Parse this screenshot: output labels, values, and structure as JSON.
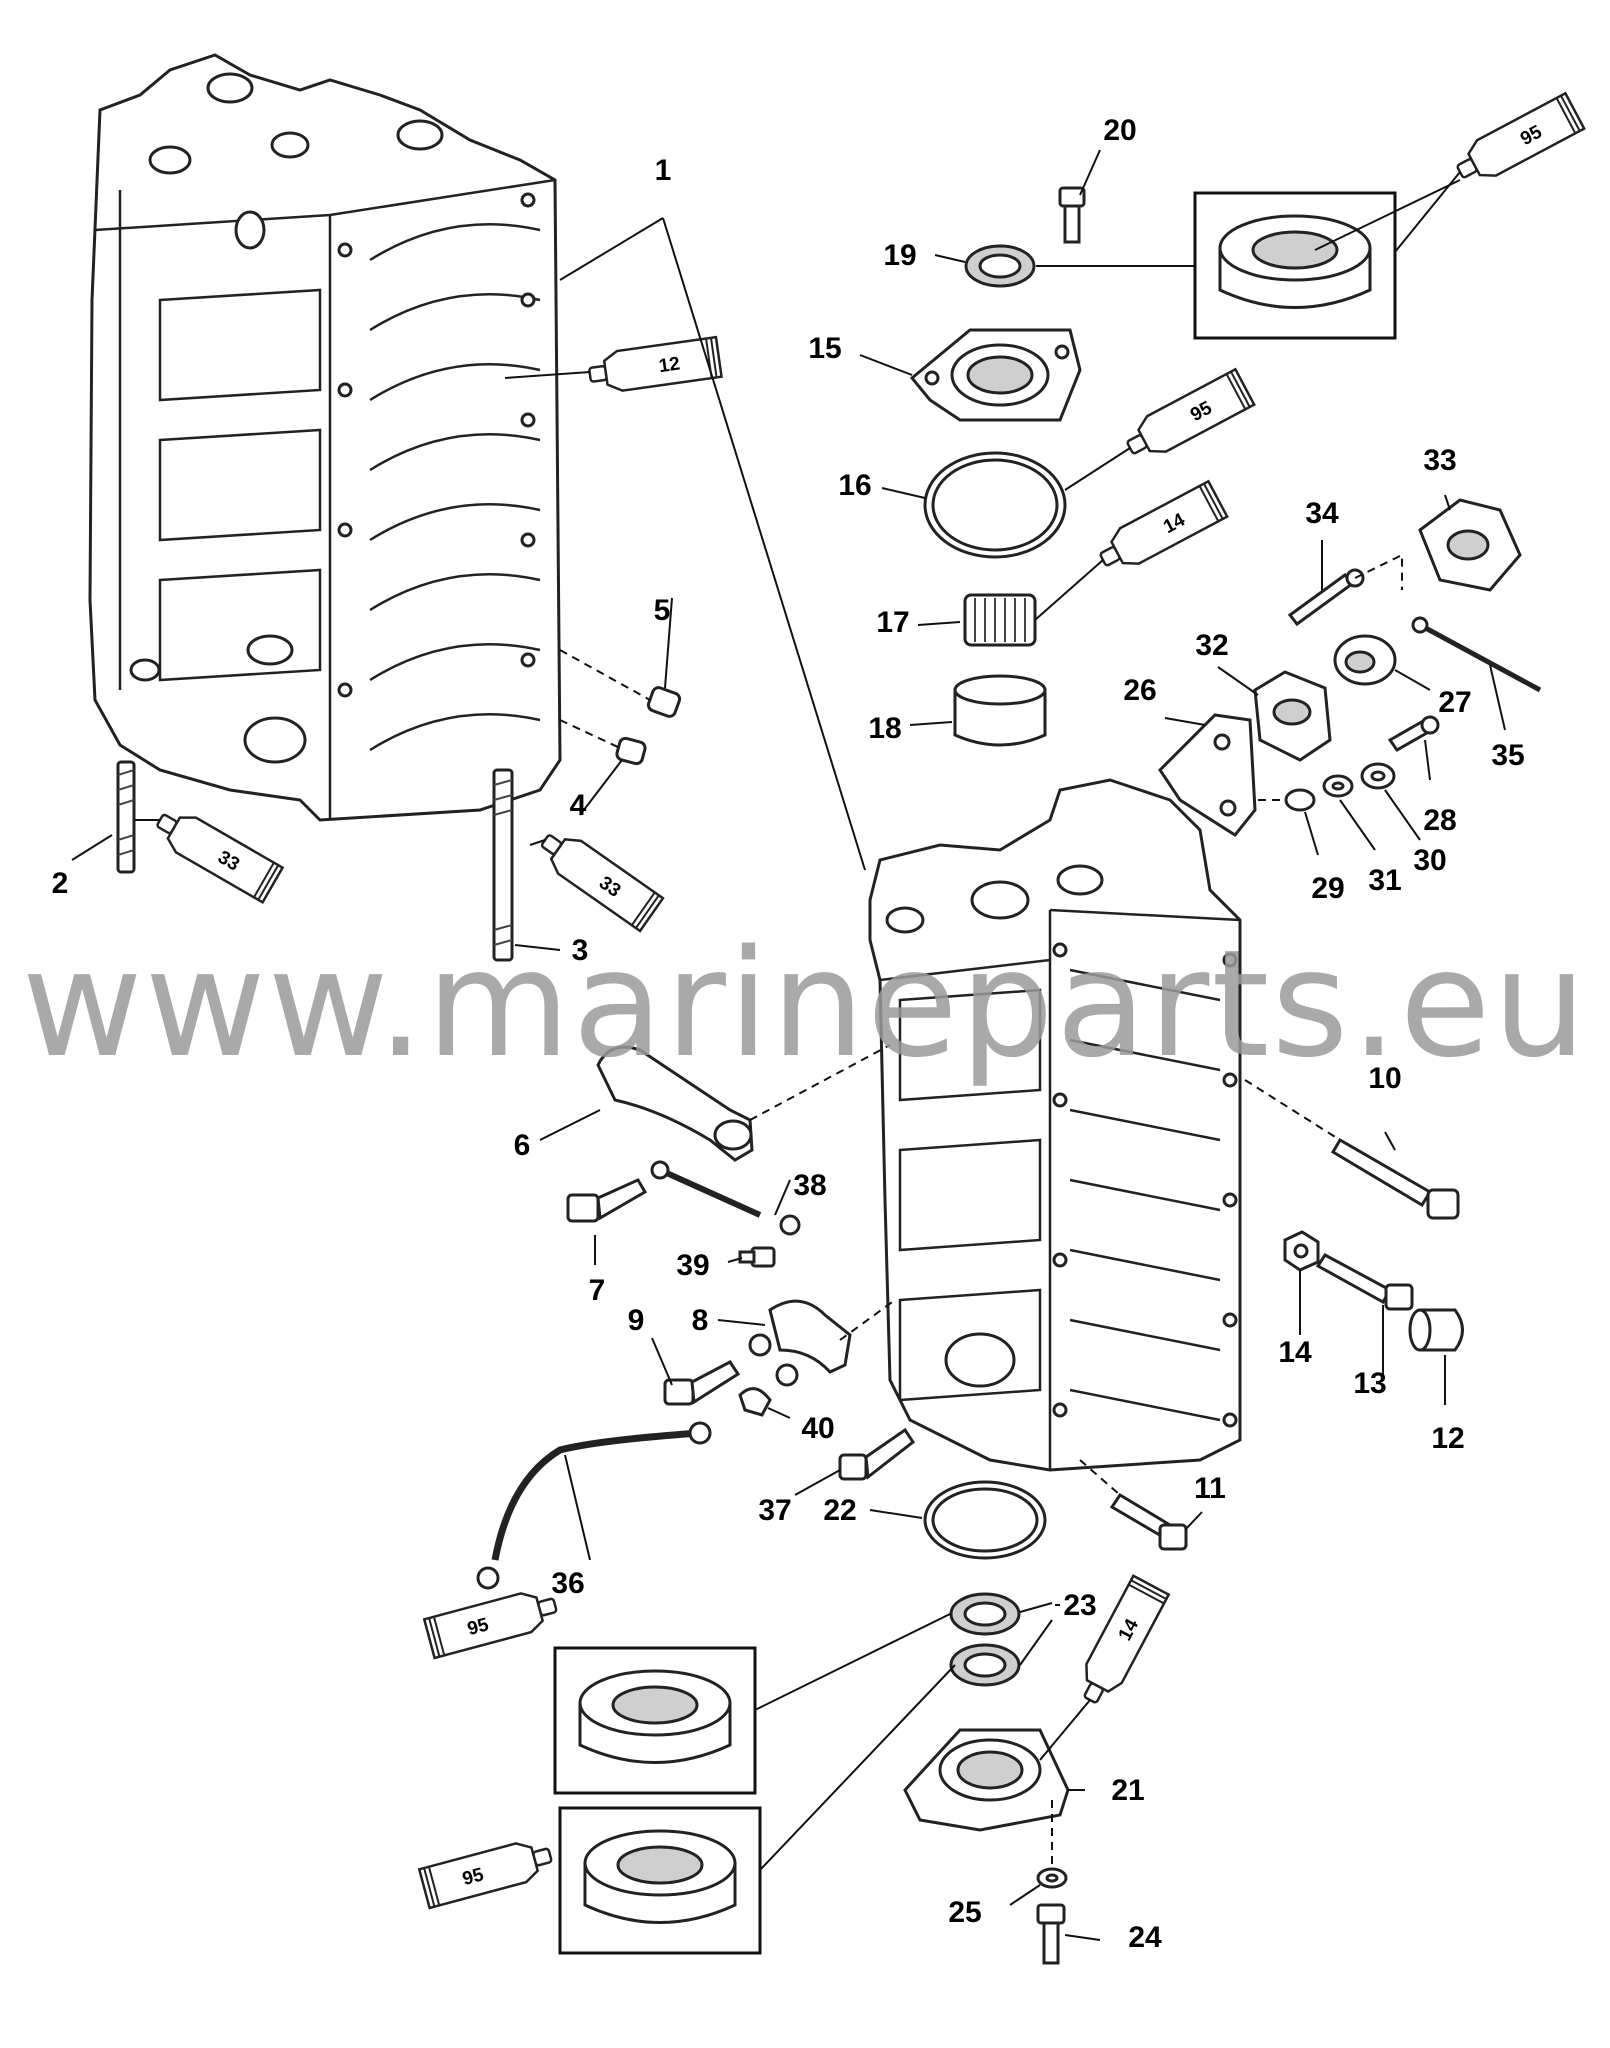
{
  "watermark": "www.marineparts.eu",
  "callouts": {
    "c1": "1",
    "c2": "2",
    "c3": "3",
    "c4": "4",
    "c5": "5",
    "c6": "6",
    "c7": "7",
    "c8": "8",
    "c9": "9",
    "c10": "10",
    "c11": "11",
    "c12": "12",
    "c13": "13",
    "c14": "14",
    "c15": "15",
    "c16": "16",
    "c17": "17",
    "c18": "18",
    "c19": "19",
    "c20": "20",
    "c21": "21",
    "c22": "22",
    "c23": "23",
    "c24": "24",
    "c25": "25",
    "c26": "26",
    "c27": "27",
    "c28": "28",
    "c29": "29",
    "c30": "30",
    "c31": "31",
    "c32": "32",
    "c33": "33",
    "c34": "34",
    "c35": "35",
    "c36": "36",
    "c37": "37",
    "c38": "38",
    "c39": "39",
    "c40": "40"
  },
  "tubes": {
    "t12": "12",
    "t95_top": "95",
    "t95_mid": "95",
    "t14_mid": "14",
    "t33_left": "33",
    "t33_mid": "33",
    "t95_bl1": "95",
    "t95_bl2": "95",
    "t14_bot": "14"
  }
}
